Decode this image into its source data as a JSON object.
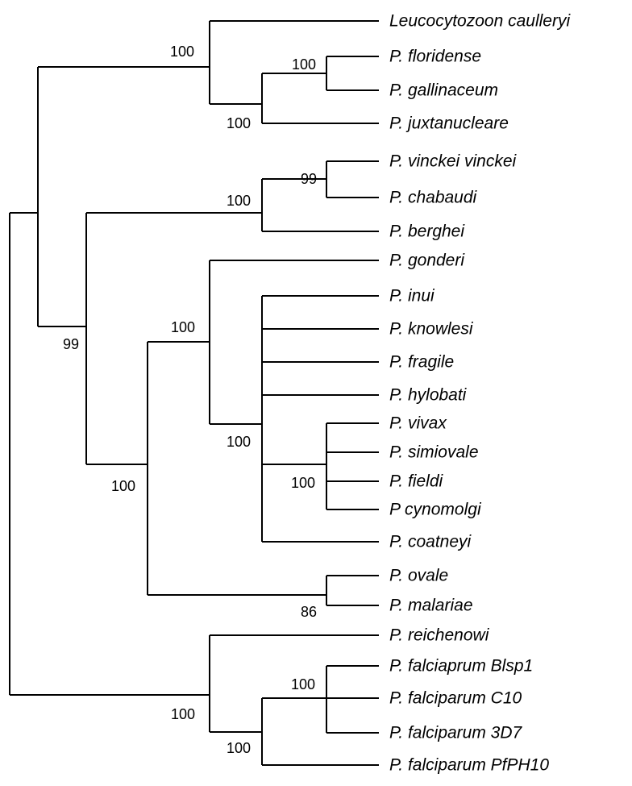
{
  "tree": {
    "taxa": [
      "Leucocytozoon caulleryi",
      "P. floridense",
      "P. gallinaceum",
      "P. juxtanucleare",
      "P. vinckei vinckei",
      "P. chabaudi",
      "P. berghei",
      "P. gonderi",
      "P. inui",
      "P. knowlesi",
      "P. fragile",
      "P. hylobati",
      "P. vivax",
      "P. simiovale",
      "P. fieldi",
      "P cynomolgi",
      "P. coatneyi",
      "P. ovale",
      "P. malariae",
      "P. reichenowi",
      "P. falciaprum Blsp1",
      "P. falciparum C10",
      "P. falciparum 3D7",
      "P. falciparum PfPH10"
    ],
    "support": {
      "avian_clade": "100",
      "floridense_gallinaceum": "100",
      "avian_plasmodium": "100",
      "vinckei_chabaudi": "99",
      "rodent_clade": "100",
      "major_clade": "99",
      "primate_clade": "100",
      "inui_group": "100",
      "vivax_group": "100",
      "ovale_malariae": "86",
      "mammal_clade": "100",
      "falciparum_group": "100",
      "falciparum_clade": "100"
    }
  }
}
